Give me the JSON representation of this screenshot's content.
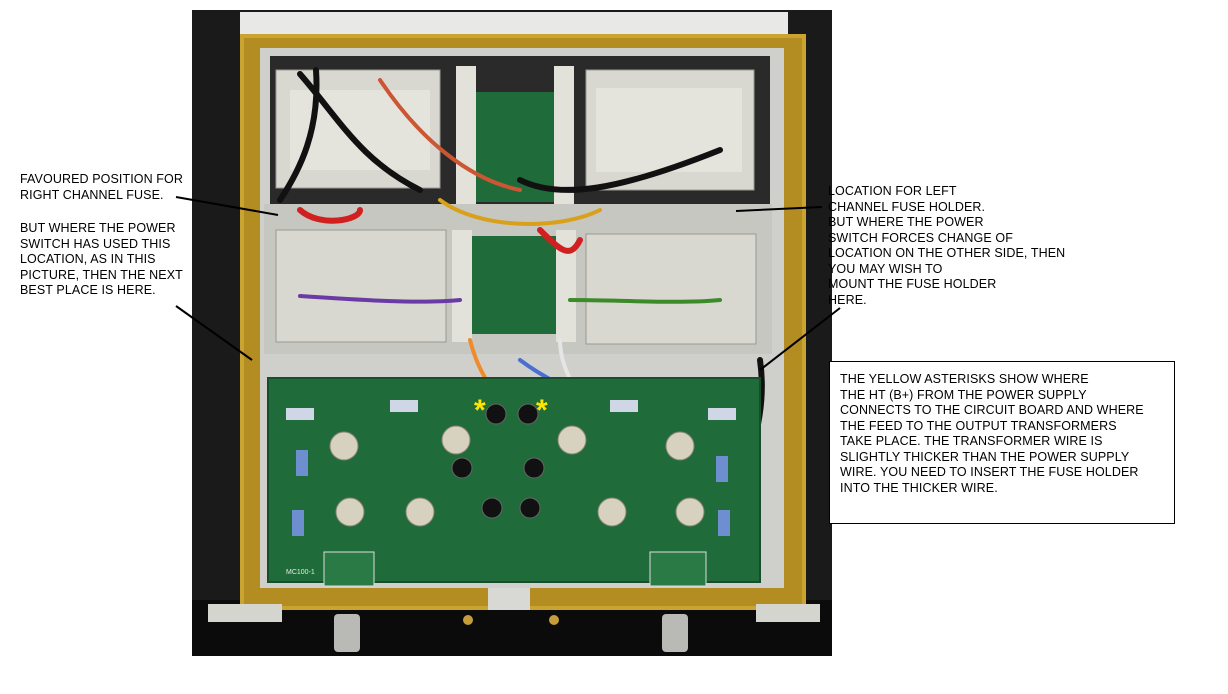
{
  "annotations": {
    "right_fuse_position": "FAVOURED POSITION FOR\nRIGHT CHANNEL FUSE.",
    "right_fuse_alternative": "BUT WHERE THE POWER\nSWITCH HAS USED THIS\nLOCATION, AS IN THIS\nPICTURE, THEN THE NEXT\nBEST PLACE IS HERE.",
    "left_fuse_location": "LOCATION FOR LEFT\nCHANNEL FUSE HOLDER.\nBUT WHERE THE POWER\nSWITCH FORCES CHANGE OF\nLOCATION ON THE OTHER SIDE, THEN\nYOU MAY WISH TO\nMOUNT THE FUSE HOLDER\nHERE.",
    "ht_explanation": "THE YELLOW ASTERISKS SHOW WHERE\nTHE HT (B+) FROM THE POWER SUPPLY\nCONNECTS TO THE CIRCUIT BOARD AND WHERE\nTHE FEED TO THE OUTPUT TRANSFORMERS\nTAKE PLACE. THE TRANSFORMER WIRE IS\nSLIGHTLY THICKER THAN THE POWER SUPPLY\nWIRE. YOU NEED TO INSERT THE FUSE HOLDER\nINTO THE THICKER WIRE."
  },
  "photo": {
    "board_label": "MC100-1",
    "markers": [
      "*",
      "*"
    ],
    "colors": {
      "chassis_gold": "#c9a431",
      "pcb_green": "#1f6b3a",
      "marker_yellow": "#ffe500",
      "panel": "#d8d8d0"
    }
  }
}
